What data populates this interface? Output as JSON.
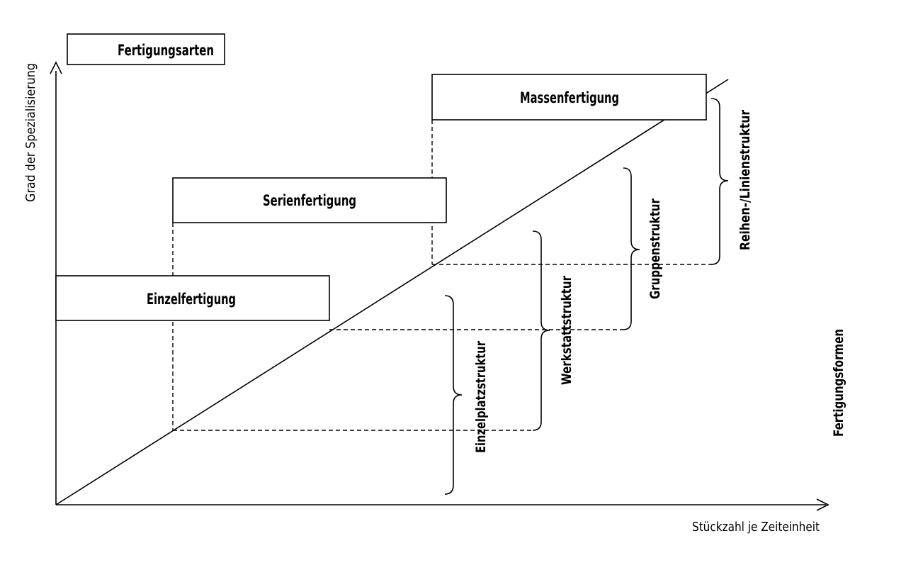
{
  "diagram": {
    "title": "Fertigungsarten",
    "y_axis_label": "Grad der Spezialisierung",
    "x_axis_label": "Stückzahl je Zeiteinheit",
    "side_label": "Fertigungsformen",
    "production_types": [
      "Einzelfertigung",
      "Serienfertigung",
      "Massenfertigung"
    ],
    "structures": [
      "Einzelplatzstruktur",
      "Werkstattstruktur",
      "Gruppenstruktur",
      "Reihen-/Linienstruktur"
    ]
  }
}
